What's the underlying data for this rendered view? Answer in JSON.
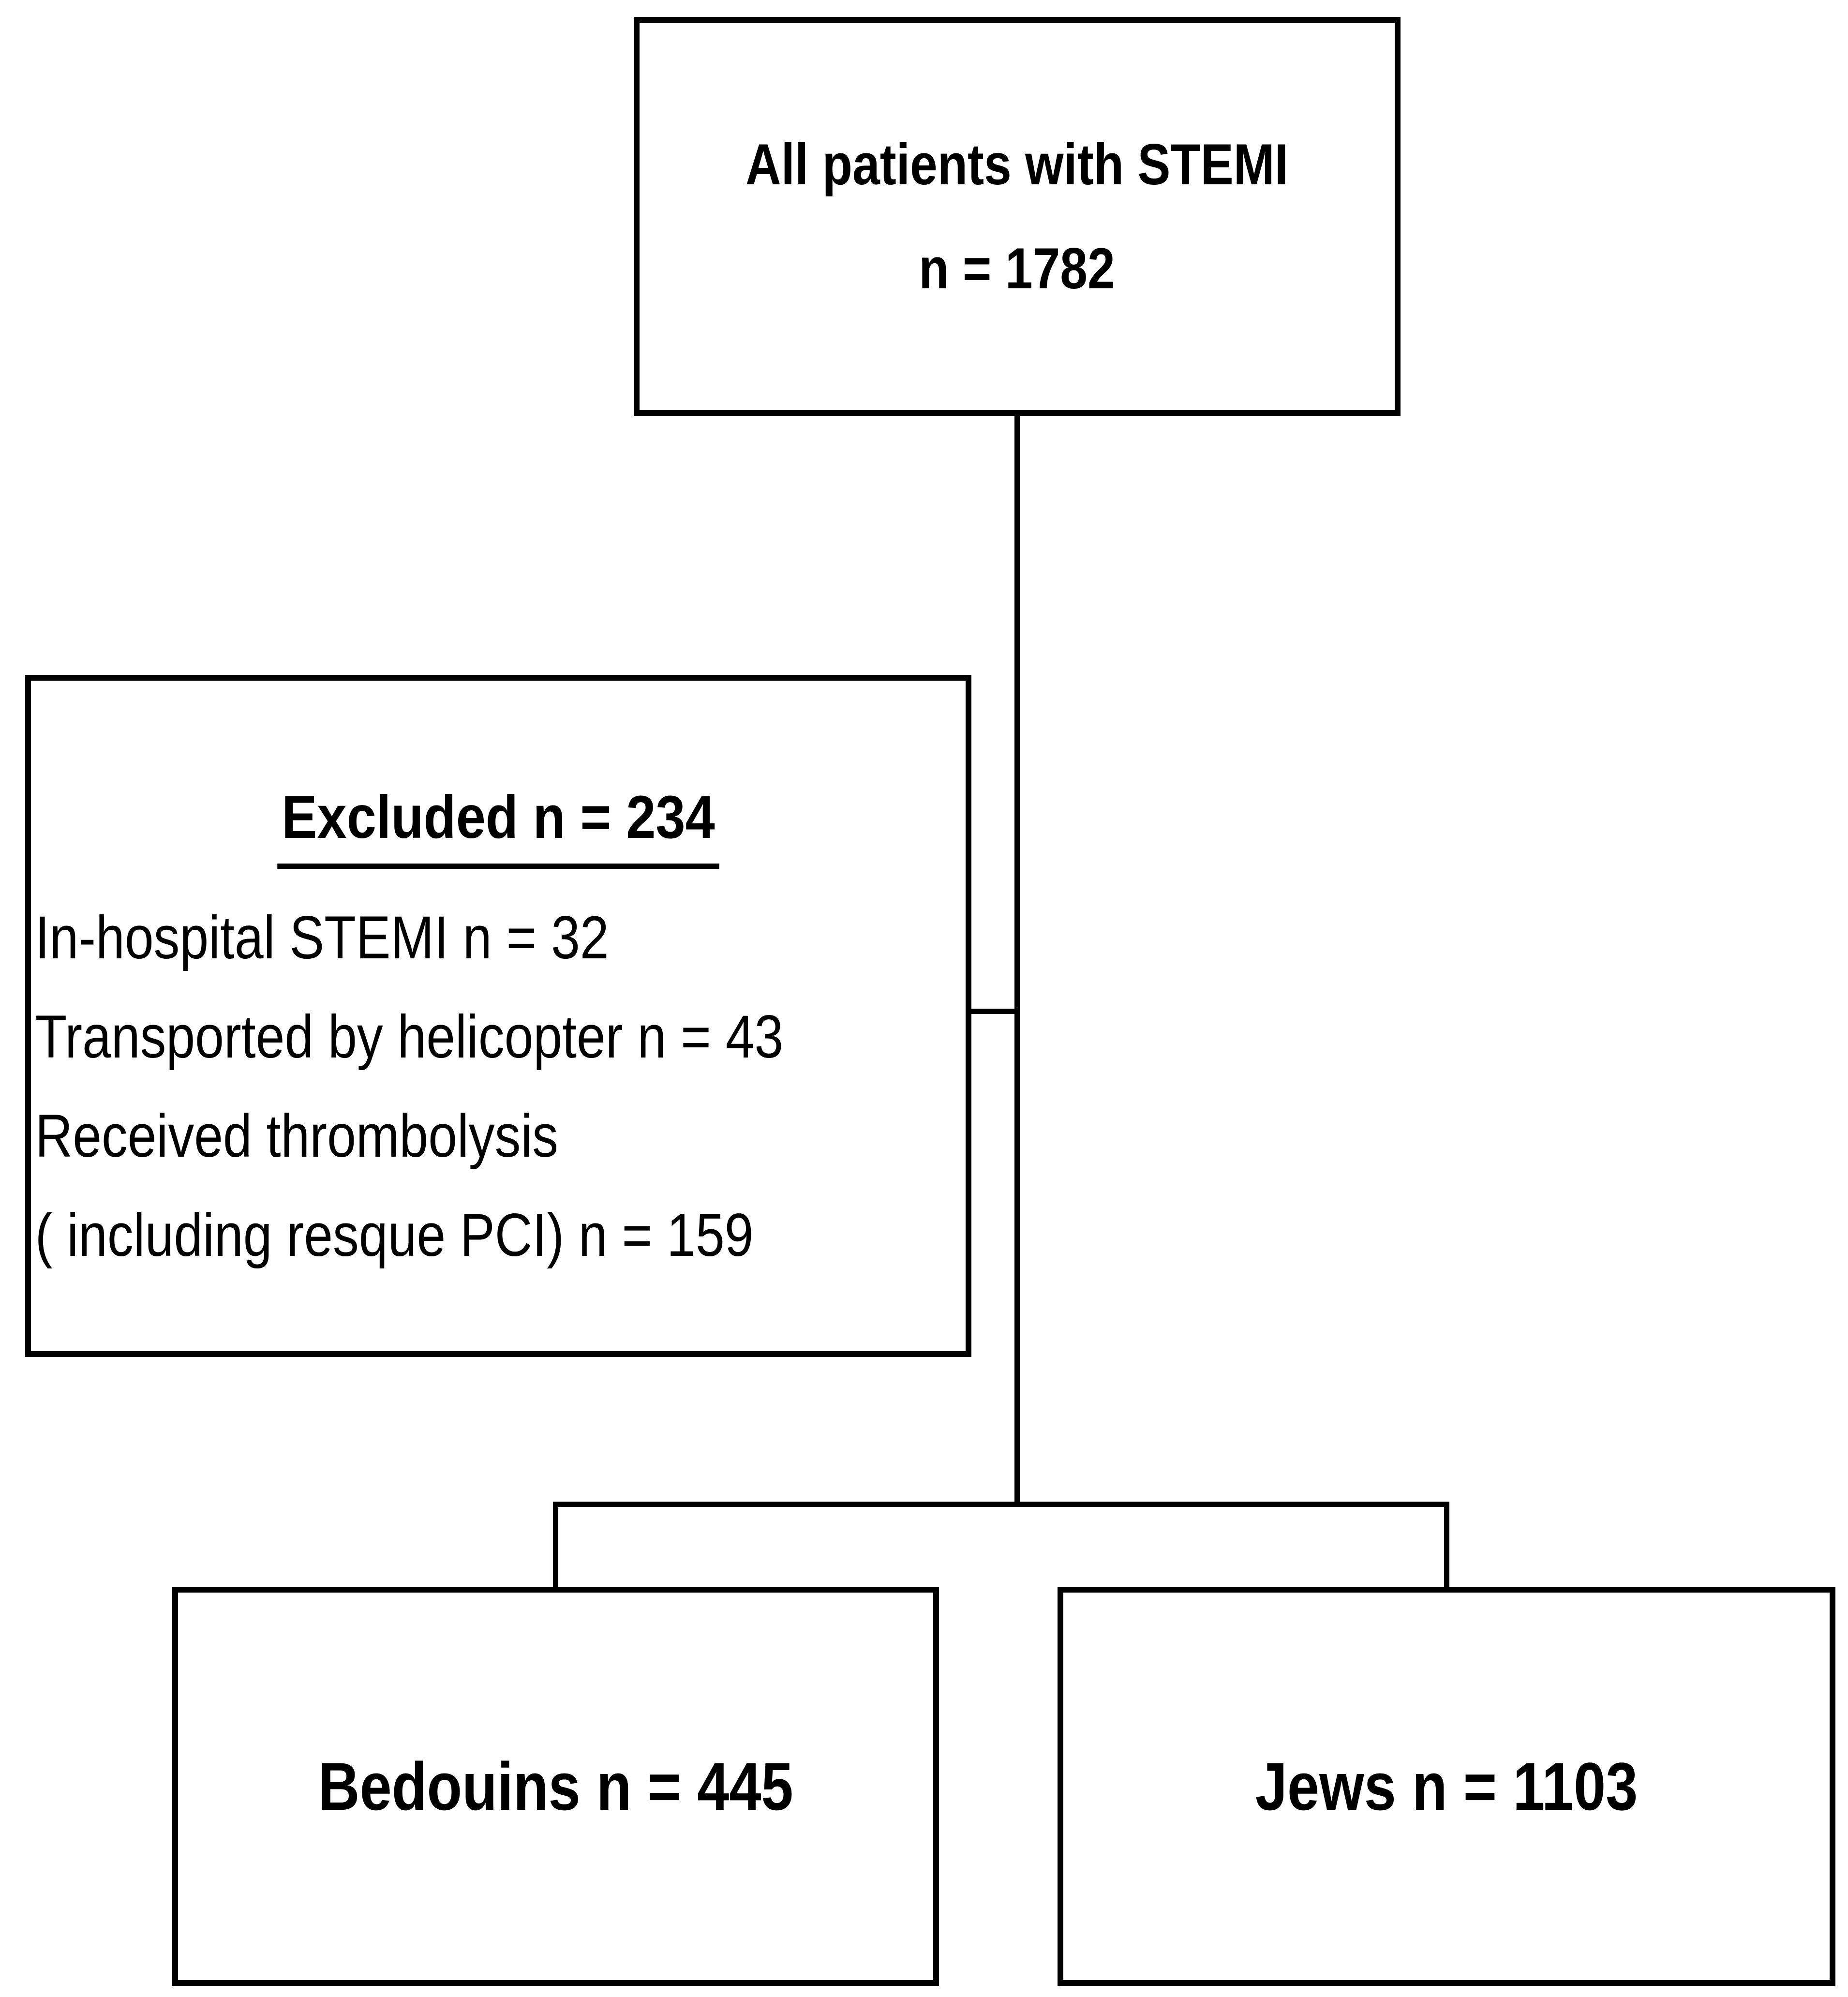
{
  "diagram": {
    "background_color": "#ffffff",
    "line_color": "#000000",
    "top_box": {
      "title": "All patients with STEMI",
      "count": "n = 1782"
    },
    "excluded_box": {
      "title": "Excluded n = 234",
      "items": [
        "In-hospital STEMI n = 32",
        "Transported by helicopter n = 43",
        "Received thrombolysis",
        "( including resque PCI) n = 159"
      ]
    },
    "bedouins_box": {
      "label": "Bedouins n = 445"
    },
    "jews_box": {
      "label": "Jews n = 1103"
    }
  }
}
